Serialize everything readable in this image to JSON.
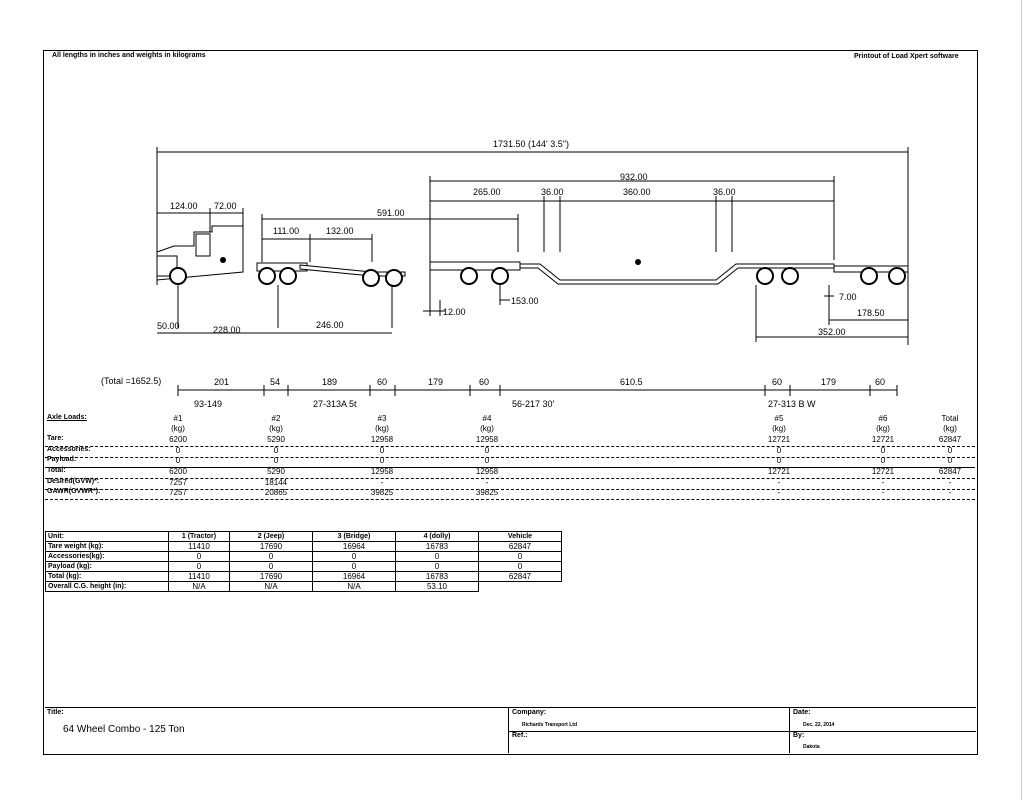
{
  "header": {
    "left_note": "All lengths in inches and weights in kilograms",
    "right_note": "Printout of Load Xpert software"
  },
  "drawing": {
    "overall": "1731.50 (144' 3.5\")",
    "dims": {
      "d932": "932.00",
      "d265": "265.00",
      "d36a": "36.00",
      "d360": "360.00",
      "d36b": "36.00",
      "d124": "124.00",
      "d72": "72.00",
      "d591": "591.00",
      "d111": "111.00",
      "d132": "132.00",
      "d153": "153.00",
      "d12": "12.00",
      "d7": "7.00",
      "d1785": "178.50",
      "d352": "352.00",
      "d50": "50.00",
      "d228": "228.00",
      "d246": "246.00"
    }
  },
  "spacing": {
    "total": "(Total =1652.5)",
    "values": [
      "201",
      "54",
      "189",
      "60",
      "179",
      "60",
      "610.5",
      "60",
      "179",
      "60"
    ],
    "group_labels": [
      "93-149",
      "27-313A 5t",
      "56-217 30'",
      "27-313 B W"
    ]
  },
  "axle_loads": {
    "title": "Axle Loads:",
    "columns": [
      "#1",
      "#2",
      "#3",
      "#4",
      "#5",
      "#6",
      "Total"
    ],
    "unit": "(kg)",
    "rows": [
      {
        "label": "Tare:",
        "values": [
          "6200",
          "5290",
          "12958",
          "12958",
          "12721",
          "12721",
          "62847"
        ]
      },
      {
        "label": "Accessories:",
        "values": [
          "0",
          "0",
          "0",
          "0",
          "0",
          "0",
          "0"
        ]
      },
      {
        "label": "Payload:",
        "values": [
          "0",
          "0",
          "0",
          "0",
          "0",
          "0",
          "0"
        ]
      },
      {
        "label": "Total:",
        "values": [
          "6200",
          "5290",
          "12958",
          "12958",
          "12721",
          "12721",
          "62847"
        ]
      },
      {
        "label": "Desired(GVW)*:",
        "values": [
          "7257",
          "18144",
          "-",
          "-",
          "-",
          "-",
          "-"
        ]
      },
      {
        "label": "GAWR(GVWR*):",
        "values": [
          "7257",
          "20865",
          "39825",
          "39825",
          "-",
          "-",
          "-"
        ]
      }
    ]
  },
  "units_table": {
    "headers": [
      "Unit:",
      "1 (Tractor)",
      "2 (Jeep)",
      "3 (Bridge)",
      "4 (dolly)",
      "Vehicle"
    ],
    "rows": [
      [
        "Tare weight (kg):",
        "11410",
        "17690",
        "16964",
        "16783",
        "62847"
      ],
      [
        "Accessories(kg):",
        "0",
        "0",
        "0",
        "0",
        "0"
      ],
      [
        "Payload (kg):",
        "0",
        "0",
        "0",
        "0",
        "0"
      ],
      [
        "Total (kg):",
        "11410",
        "17690",
        "16964",
        "16783",
        "62847"
      ],
      [
        "Overall C.G. height (in):",
        "N/A",
        "N/A",
        "N/A",
        "53.10",
        ""
      ]
    ]
  },
  "footer": {
    "title_label": "Title:",
    "title": "64 Wheel Combo - 125 Ton",
    "company_label": "Company:",
    "company": "Richards Transport Ltd",
    "ref_label": "Ref.:",
    "date_label": "Date:",
    "date": "Dec. 22, 2014",
    "by_label": "By:",
    "by": "Dakota"
  }
}
